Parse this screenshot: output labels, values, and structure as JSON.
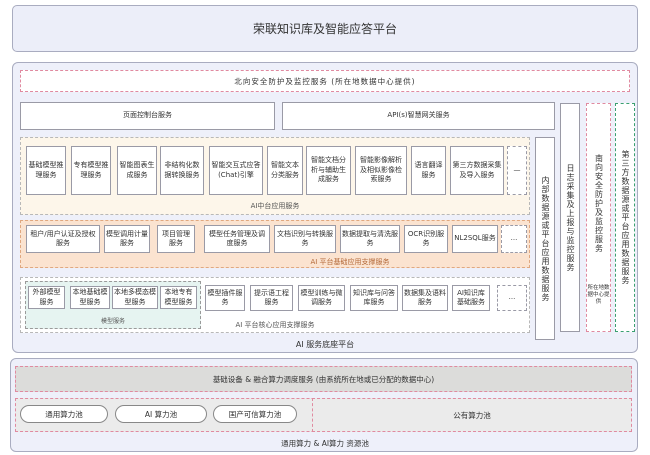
{
  "title": "荣联知识库及智能应答平台",
  "north_security": "北向安全防护及监控服务 (所在地数据中心提供)",
  "console": "页面控制台服务",
  "api_gateway": "API(s)智慧网关服务",
  "ai_middle": {
    "label": "AI中台应用服务",
    "items": [
      "基础模型推理服务",
      "专有模型推理服务",
      "智能图表生成服务",
      "非结构化数据转换服务",
      "智能交互式应答(Chat)引擎",
      "智能文本分类服务",
      "智能文档分析与辅助生成服务",
      "智能影像解析及相似影像检索服务",
      "语言翻译服务",
      "第三方数据采集及导入服务",
      "—"
    ]
  },
  "basic_support": {
    "label": "AI 平台基础应用支撑服务",
    "items": [
      "租户/用户认证及授权服务",
      "模型调用计量服务",
      "项目管理服务",
      "模型任务管理及调度服务",
      "文档识别与转换服务",
      "数据提取与清洗服务",
      "OCR识别服务",
      "NL2SQL服务",
      "..."
    ]
  },
  "core_support": {
    "label": "AI 平台核心应用支撑服务",
    "model_services": {
      "label": "模型服务",
      "items": [
        "外部模型服务",
        "本地基础模型服务",
        "本地多模态模型服务",
        "本地专有模型服务"
      ]
    },
    "items": [
      "模型插件服务",
      "提示语工程服务",
      "模型训练与微调服务",
      "知识库与问答库服务",
      "数据集及语料服务",
      "AI知识库基础服务",
      "..."
    ]
  },
  "internal_data": "内部数据源或平台应用数据服务",
  "log_service": "日志采集及上报与监控服务",
  "south_security": {
    "label": "南向安全防护及监控服务",
    "note": "所在地数据中心提供"
  },
  "third_party": "第三方数据源或平台应用数据服务",
  "ai_base_label": "AI 服务底座平台",
  "infra": "基础设备 & 融合算力调度服务 (由系统所在地或已分配的数据中心)",
  "pools": [
    "通用算力池",
    "AI 算力池",
    "国产可信算力池"
  ],
  "public_pool": "公有算力池",
  "resource_label": "通用算力 & AI算力 资源池"
}
